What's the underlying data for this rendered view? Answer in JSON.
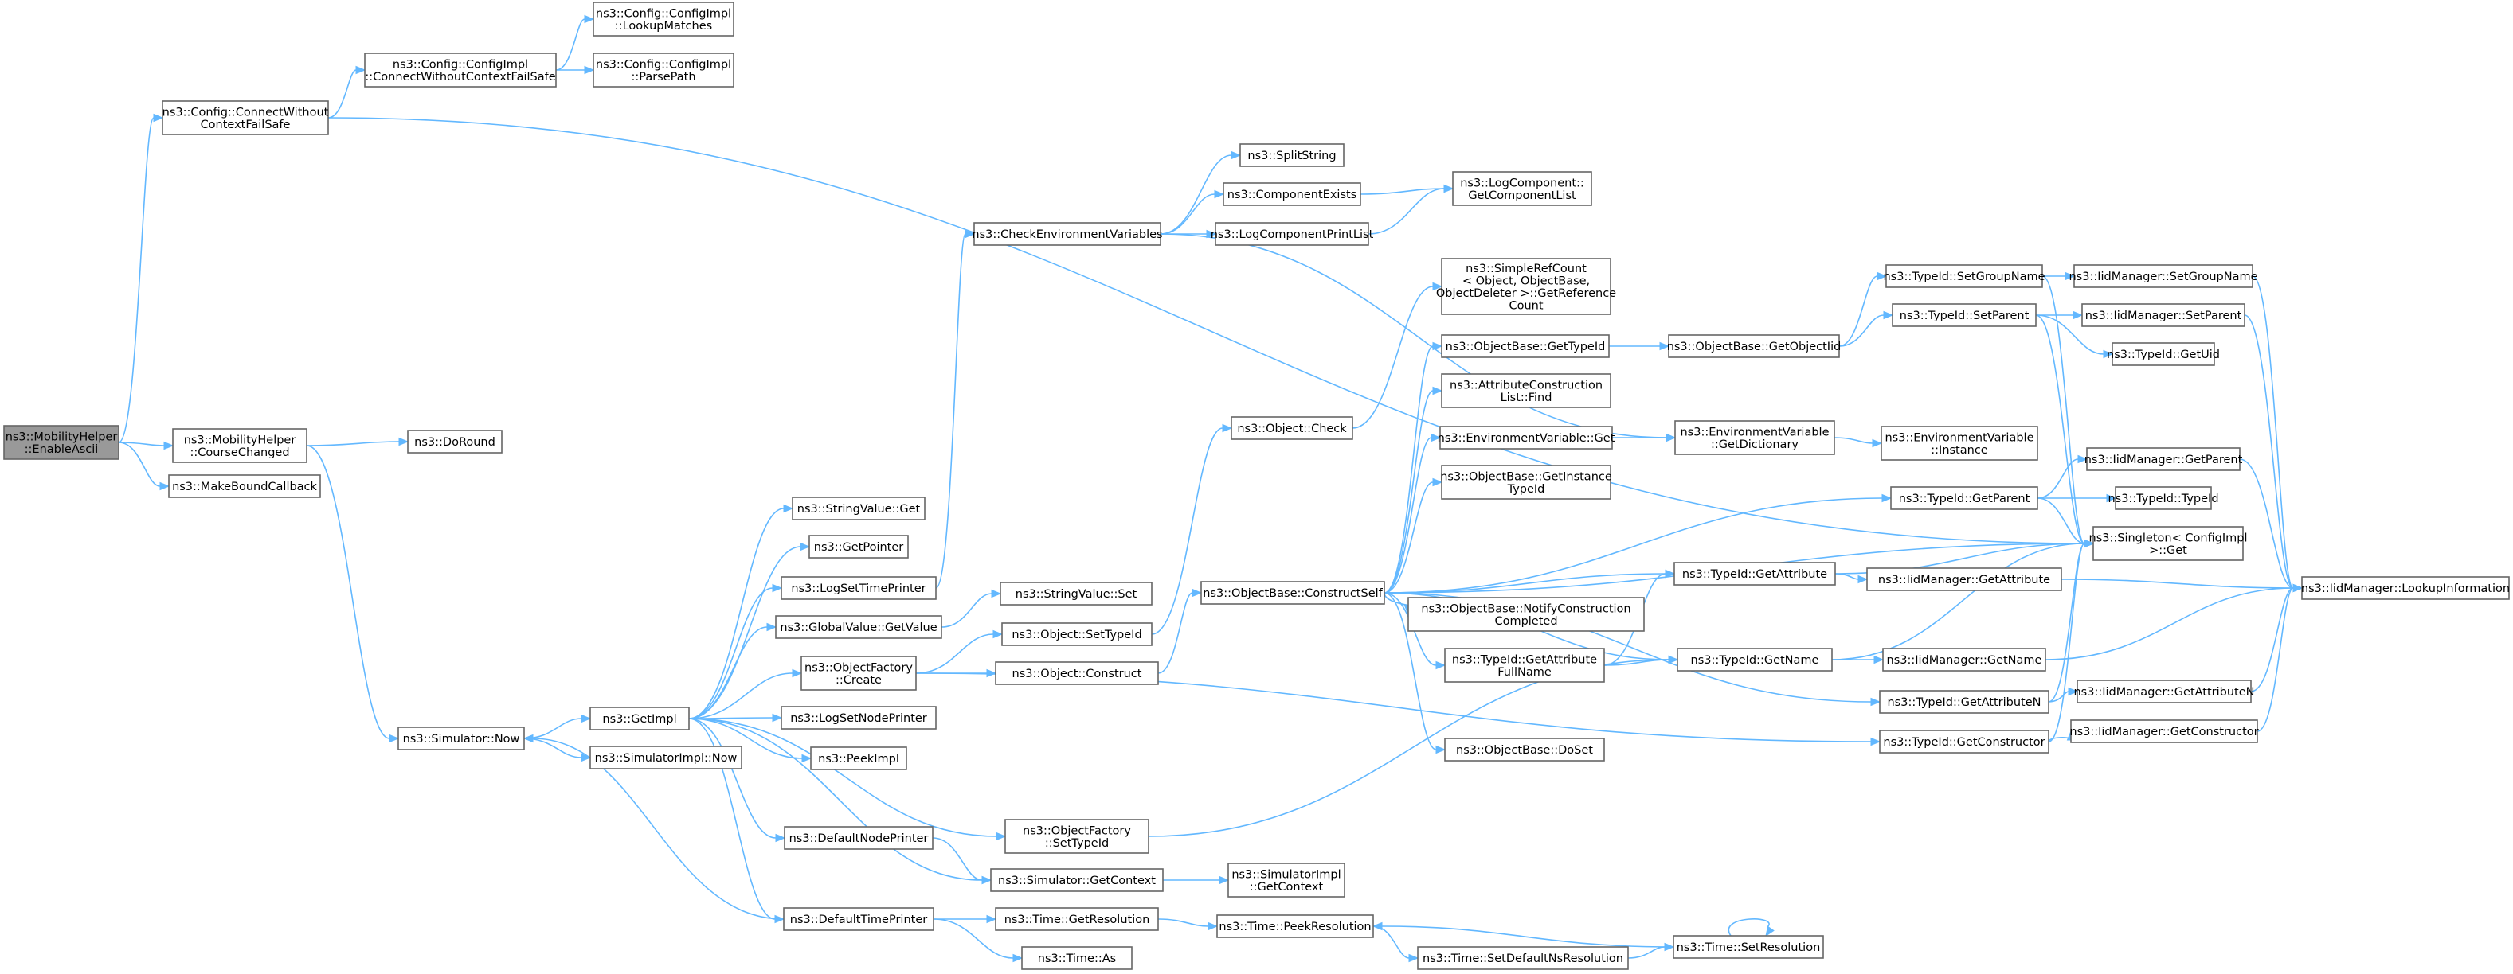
{
  "graph": {
    "nodes": [
      {
        "id": "n0",
        "lines": [
          "ns3::MobilityHelper",
          "::EnableAscii"
        ],
        "root": true
      },
      {
        "id": "n1",
        "lines": [
          "ns3::Config::ConnectWithout",
          "ContextFailSafe"
        ]
      },
      {
        "id": "n2",
        "lines": [
          "ns3::Config::ConfigImpl",
          "::ConnectWithoutContextFailSafe"
        ]
      },
      {
        "id": "n3",
        "lines": [
          "ns3::Config::ConfigImpl",
          "::LookupMatches"
        ]
      },
      {
        "id": "n4",
        "lines": [
          "ns3::Config::ConfigImpl",
          "::ParsePath"
        ]
      },
      {
        "id": "n5",
        "lines": [
          "ns3::MobilityHelper",
          "::CourseChanged"
        ]
      },
      {
        "id": "n6",
        "lines": [
          "ns3::DoRound"
        ]
      },
      {
        "id": "n7",
        "lines": [
          "ns3::MakeBoundCallback"
        ]
      },
      {
        "id": "n8",
        "lines": [
          "ns3::Simulator::Now"
        ]
      },
      {
        "id": "n9",
        "lines": [
          "ns3::GetImpl"
        ]
      },
      {
        "id": "n10",
        "lines": [
          "ns3::SimulatorImpl::Now"
        ]
      },
      {
        "id": "n11",
        "lines": [
          "ns3::StringValue::Get"
        ]
      },
      {
        "id": "n12",
        "lines": [
          "ns3::GetPointer"
        ]
      },
      {
        "id": "n13",
        "lines": [
          "ns3::LogSetTimePrinter"
        ]
      },
      {
        "id": "n14",
        "lines": [
          "ns3::GlobalValue::GetValue"
        ]
      },
      {
        "id": "n15",
        "lines": [
          "ns3::ObjectFactory",
          "::Create"
        ]
      },
      {
        "id": "n16",
        "lines": [
          "ns3::LogSetNodePrinter"
        ]
      },
      {
        "id": "n17",
        "lines": [
          "ns3::PeekImpl"
        ]
      },
      {
        "id": "n18",
        "lines": [
          "ns3::DefaultNodePrinter"
        ]
      },
      {
        "id": "n19",
        "lines": [
          "ns3::DefaultTimePrinter"
        ]
      },
      {
        "id": "n20",
        "lines": [
          "ns3::ObjectFactory",
          "::SetTypeId"
        ]
      },
      {
        "id": "n21",
        "lines": [
          "ns3::Simulator::GetContext"
        ]
      },
      {
        "id": "n22",
        "lines": [
          "ns3::SimulatorImpl",
          "::GetContext"
        ]
      },
      {
        "id": "n23",
        "lines": [
          "ns3::Time::GetResolution"
        ]
      },
      {
        "id": "n24",
        "lines": [
          "ns3::Time::As"
        ]
      },
      {
        "id": "n25",
        "lines": [
          "ns3::Time::PeekResolution"
        ]
      },
      {
        "id": "n26",
        "lines": [
          "ns3::Time::SetDefaultNsResolution"
        ]
      },
      {
        "id": "n27",
        "lines": [
          "ns3::Time::SetResolution"
        ]
      },
      {
        "id": "n28",
        "lines": [
          "ns3::CheckEnvironmentVariables"
        ]
      },
      {
        "id": "n29",
        "lines": [
          "ns3::SplitString"
        ]
      },
      {
        "id": "n30",
        "lines": [
          "ns3::ComponentExists"
        ]
      },
      {
        "id": "n31",
        "lines": [
          "ns3::LogComponentPrintList"
        ]
      },
      {
        "id": "n32",
        "lines": [
          "ns3::LogComponent::",
          "GetComponentList"
        ]
      },
      {
        "id": "n33",
        "lines": [
          "ns3::StringValue::Set"
        ]
      },
      {
        "id": "n34",
        "lines": [
          "ns3::Object::SetTypeId"
        ]
      },
      {
        "id": "n35",
        "lines": [
          "ns3::Object::Construct"
        ]
      },
      {
        "id": "n36",
        "lines": [
          "ns3::Object::Check"
        ]
      },
      {
        "id": "n37",
        "lines": [
          "ns3::ObjectBase::ConstructSelf"
        ]
      },
      {
        "id": "n38",
        "lines": [
          "ns3::SimpleRefCount",
          "< Object, ObjectBase,",
          "ObjectDeleter >::GetReference",
          "Count"
        ]
      },
      {
        "id": "n39",
        "lines": [
          "ns3::ObjectBase::GetTypeId"
        ]
      },
      {
        "id": "n40",
        "lines": [
          "ns3::AttributeConstruction",
          "List::Find"
        ]
      },
      {
        "id": "n41",
        "lines": [
          "ns3::EnvironmentVariable::Get"
        ]
      },
      {
        "id": "n42",
        "lines": [
          "ns3::ObjectBase::GetInstance",
          "TypeId"
        ]
      },
      {
        "id": "n43",
        "lines": [
          "ns3::ObjectBase::NotifyConstruction",
          "Completed"
        ]
      },
      {
        "id": "n44",
        "lines": [
          "ns3::TypeId::GetAttribute",
          "FullName"
        ]
      },
      {
        "id": "n45",
        "lines": [
          "ns3::ObjectBase::DoSet"
        ]
      },
      {
        "id": "n46",
        "lines": [
          "ns3::ObjectBase::GetObjectIid"
        ]
      },
      {
        "id": "n47",
        "lines": [
          "ns3::EnvironmentVariable",
          "::GetDictionary"
        ]
      },
      {
        "id": "n48",
        "lines": [
          "ns3::EnvironmentVariable",
          "::Instance"
        ]
      },
      {
        "id": "n49",
        "lines": [
          "ns3::TypeId::GetAttribute"
        ]
      },
      {
        "id": "n50",
        "lines": [
          "ns3::TypeId::GetName"
        ]
      },
      {
        "id": "n51",
        "lines": [
          "ns3::TypeId::SetGroupName"
        ]
      },
      {
        "id": "n52",
        "lines": [
          "ns3::TypeId::SetParent"
        ]
      },
      {
        "id": "n53",
        "lines": [
          "ns3::TypeId::GetParent"
        ]
      },
      {
        "id": "n54",
        "lines": [
          "ns3::TypeId::GetAttributeN"
        ]
      },
      {
        "id": "n55",
        "lines": [
          "ns3::TypeId::GetConstructor"
        ]
      },
      {
        "id": "n56",
        "lines": [
          "ns3::IidManager::SetGroupName"
        ]
      },
      {
        "id": "n57",
        "lines": [
          "ns3::IidManager::SetParent"
        ]
      },
      {
        "id": "n58",
        "lines": [
          "ns3::TypeId::GetUid"
        ]
      },
      {
        "id": "n59",
        "lines": [
          "ns3::IidManager::GetParent"
        ]
      },
      {
        "id": "n60",
        "lines": [
          "ns3::TypeId::TypeId"
        ]
      },
      {
        "id": "n61",
        "lines": [
          "ns3::Singleton< ConfigImpl",
          ">::Get"
        ]
      },
      {
        "id": "n62",
        "lines": [
          "ns3::IidManager::GetAttribute"
        ]
      },
      {
        "id": "n63",
        "lines": [
          "ns3::IidManager::GetName"
        ]
      },
      {
        "id": "n64",
        "lines": [
          "ns3::IidManager::GetAttributeN"
        ]
      },
      {
        "id": "n65",
        "lines": [
          "ns3::IidManager::GetConstructor"
        ]
      },
      {
        "id": "n66",
        "lines": [
          "ns3::IidManager::LookupInformation"
        ]
      }
    ],
    "edges": [
      [
        "n0",
        "n1"
      ],
      [
        "n0",
        "n5"
      ],
      [
        "n0",
        "n7"
      ],
      [
        "n1",
        "n2"
      ],
      [
        "n1",
        "n61"
      ],
      [
        "n2",
        "n3"
      ],
      [
        "n2",
        "n4"
      ],
      [
        "n5",
        "n6"
      ],
      [
        "n5",
        "n8"
      ],
      [
        "n8",
        "n9"
      ],
      [
        "n8",
        "n10"
      ],
      [
        "n9",
        "n11"
      ],
      [
        "n9",
        "n12"
      ],
      [
        "n9",
        "n13"
      ],
      [
        "n9",
        "n14"
      ],
      [
        "n9",
        "n15"
      ],
      [
        "n9",
        "n16"
      ],
      [
        "n9",
        "n17"
      ],
      [
        "n9",
        "n18"
      ],
      [
        "n9",
        "n19"
      ],
      [
        "n9",
        "n20"
      ],
      [
        "n9",
        "n21"
      ],
      [
        "n13",
        "n28"
      ],
      [
        "n14",
        "n33"
      ],
      [
        "n15",
        "n34"
      ],
      [
        "n15",
        "n35"
      ],
      [
        "n15",
        "n55"
      ],
      [
        "n18",
        "n21"
      ],
      [
        "n19",
        "n8"
      ],
      [
        "n19",
        "n23"
      ],
      [
        "n19",
        "n24"
      ],
      [
        "n20",
        "n50"
      ],
      [
        "n21",
        "n22"
      ],
      [
        "n23",
        "n25"
      ],
      [
        "n25",
        "n26"
      ],
      [
        "n26",
        "n27"
      ],
      [
        "n27",
        "n25"
      ],
      [
        "n27",
        "n27"
      ],
      [
        "n28",
        "n29"
      ],
      [
        "n28",
        "n30"
      ],
      [
        "n28",
        "n31"
      ],
      [
        "n28",
        "n47"
      ],
      [
        "n30",
        "n32"
      ],
      [
        "n31",
        "n32"
      ],
      [
        "n34",
        "n36"
      ],
      [
        "n35",
        "n37"
      ],
      [
        "n36",
        "n38"
      ],
      [
        "n37",
        "n39"
      ],
      [
        "n37",
        "n40"
      ],
      [
        "n37",
        "n41"
      ],
      [
        "n37",
        "n42"
      ],
      [
        "n37",
        "n43"
      ],
      [
        "n37",
        "n44"
      ],
      [
        "n37",
        "n45"
      ],
      [
        "n37",
        "n49"
      ],
      [
        "n37",
        "n50"
      ],
      [
        "n37",
        "n53"
      ],
      [
        "n37",
        "n54"
      ],
      [
        "n37",
        "n61"
      ],
      [
        "n39",
        "n46"
      ],
      [
        "n41",
        "n47"
      ],
      [
        "n44",
        "n49"
      ],
      [
        "n44",
        "n50"
      ],
      [
        "n46",
        "n51"
      ],
      [
        "n46",
        "n52"
      ],
      [
        "n47",
        "n48"
      ],
      [
        "n49",
        "n61"
      ],
      [
        "n49",
        "n62"
      ],
      [
        "n50",
        "n61"
      ],
      [
        "n50",
        "n63"
      ],
      [
        "n51",
        "n56"
      ],
      [
        "n51",
        "n61"
      ],
      [
        "n52",
        "n57"
      ],
      [
        "n52",
        "n58"
      ],
      [
        "n52",
        "n61"
      ],
      [
        "n53",
        "n59"
      ],
      [
        "n53",
        "n60"
      ],
      [
        "n53",
        "n61"
      ],
      [
        "n54",
        "n61"
      ],
      [
        "n54",
        "n64"
      ],
      [
        "n55",
        "n61"
      ],
      [
        "n55",
        "n65"
      ],
      [
        "n56",
        "n66"
      ],
      [
        "n57",
        "n66"
      ],
      [
        "n59",
        "n66"
      ],
      [
        "n62",
        "n66"
      ],
      [
        "n63",
        "n66"
      ],
      [
        "n64",
        "n66"
      ],
      [
        "n65",
        "n66"
      ]
    ]
  }
}
